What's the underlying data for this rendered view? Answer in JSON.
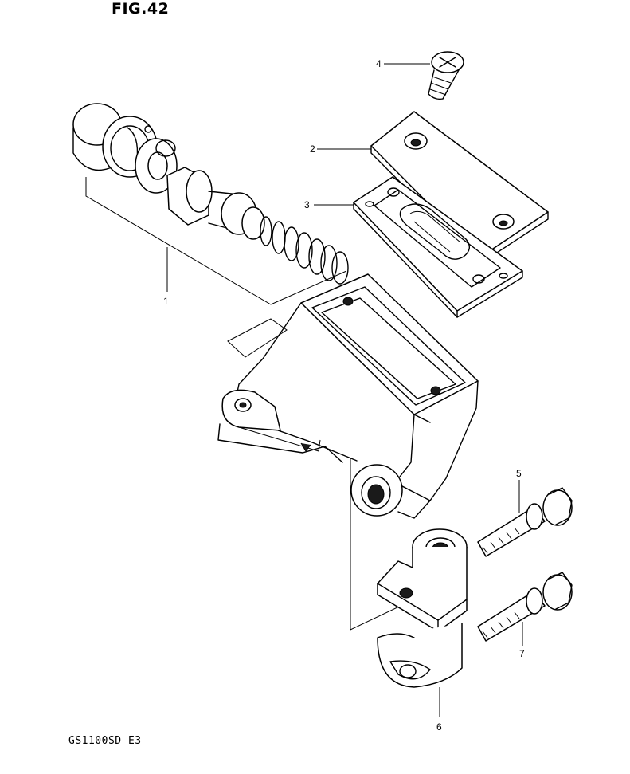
{
  "figure": {
    "title": "FIG.42"
  },
  "footer": {
    "model_code": "GS1100SD E3"
  },
  "callouts": [
    {
      "number": "1"
    },
    {
      "number": "2"
    },
    {
      "number": "3"
    },
    {
      "number": "4"
    },
    {
      "number": "5"
    },
    {
      "number": "6"
    },
    {
      "number": "7"
    }
  ]
}
